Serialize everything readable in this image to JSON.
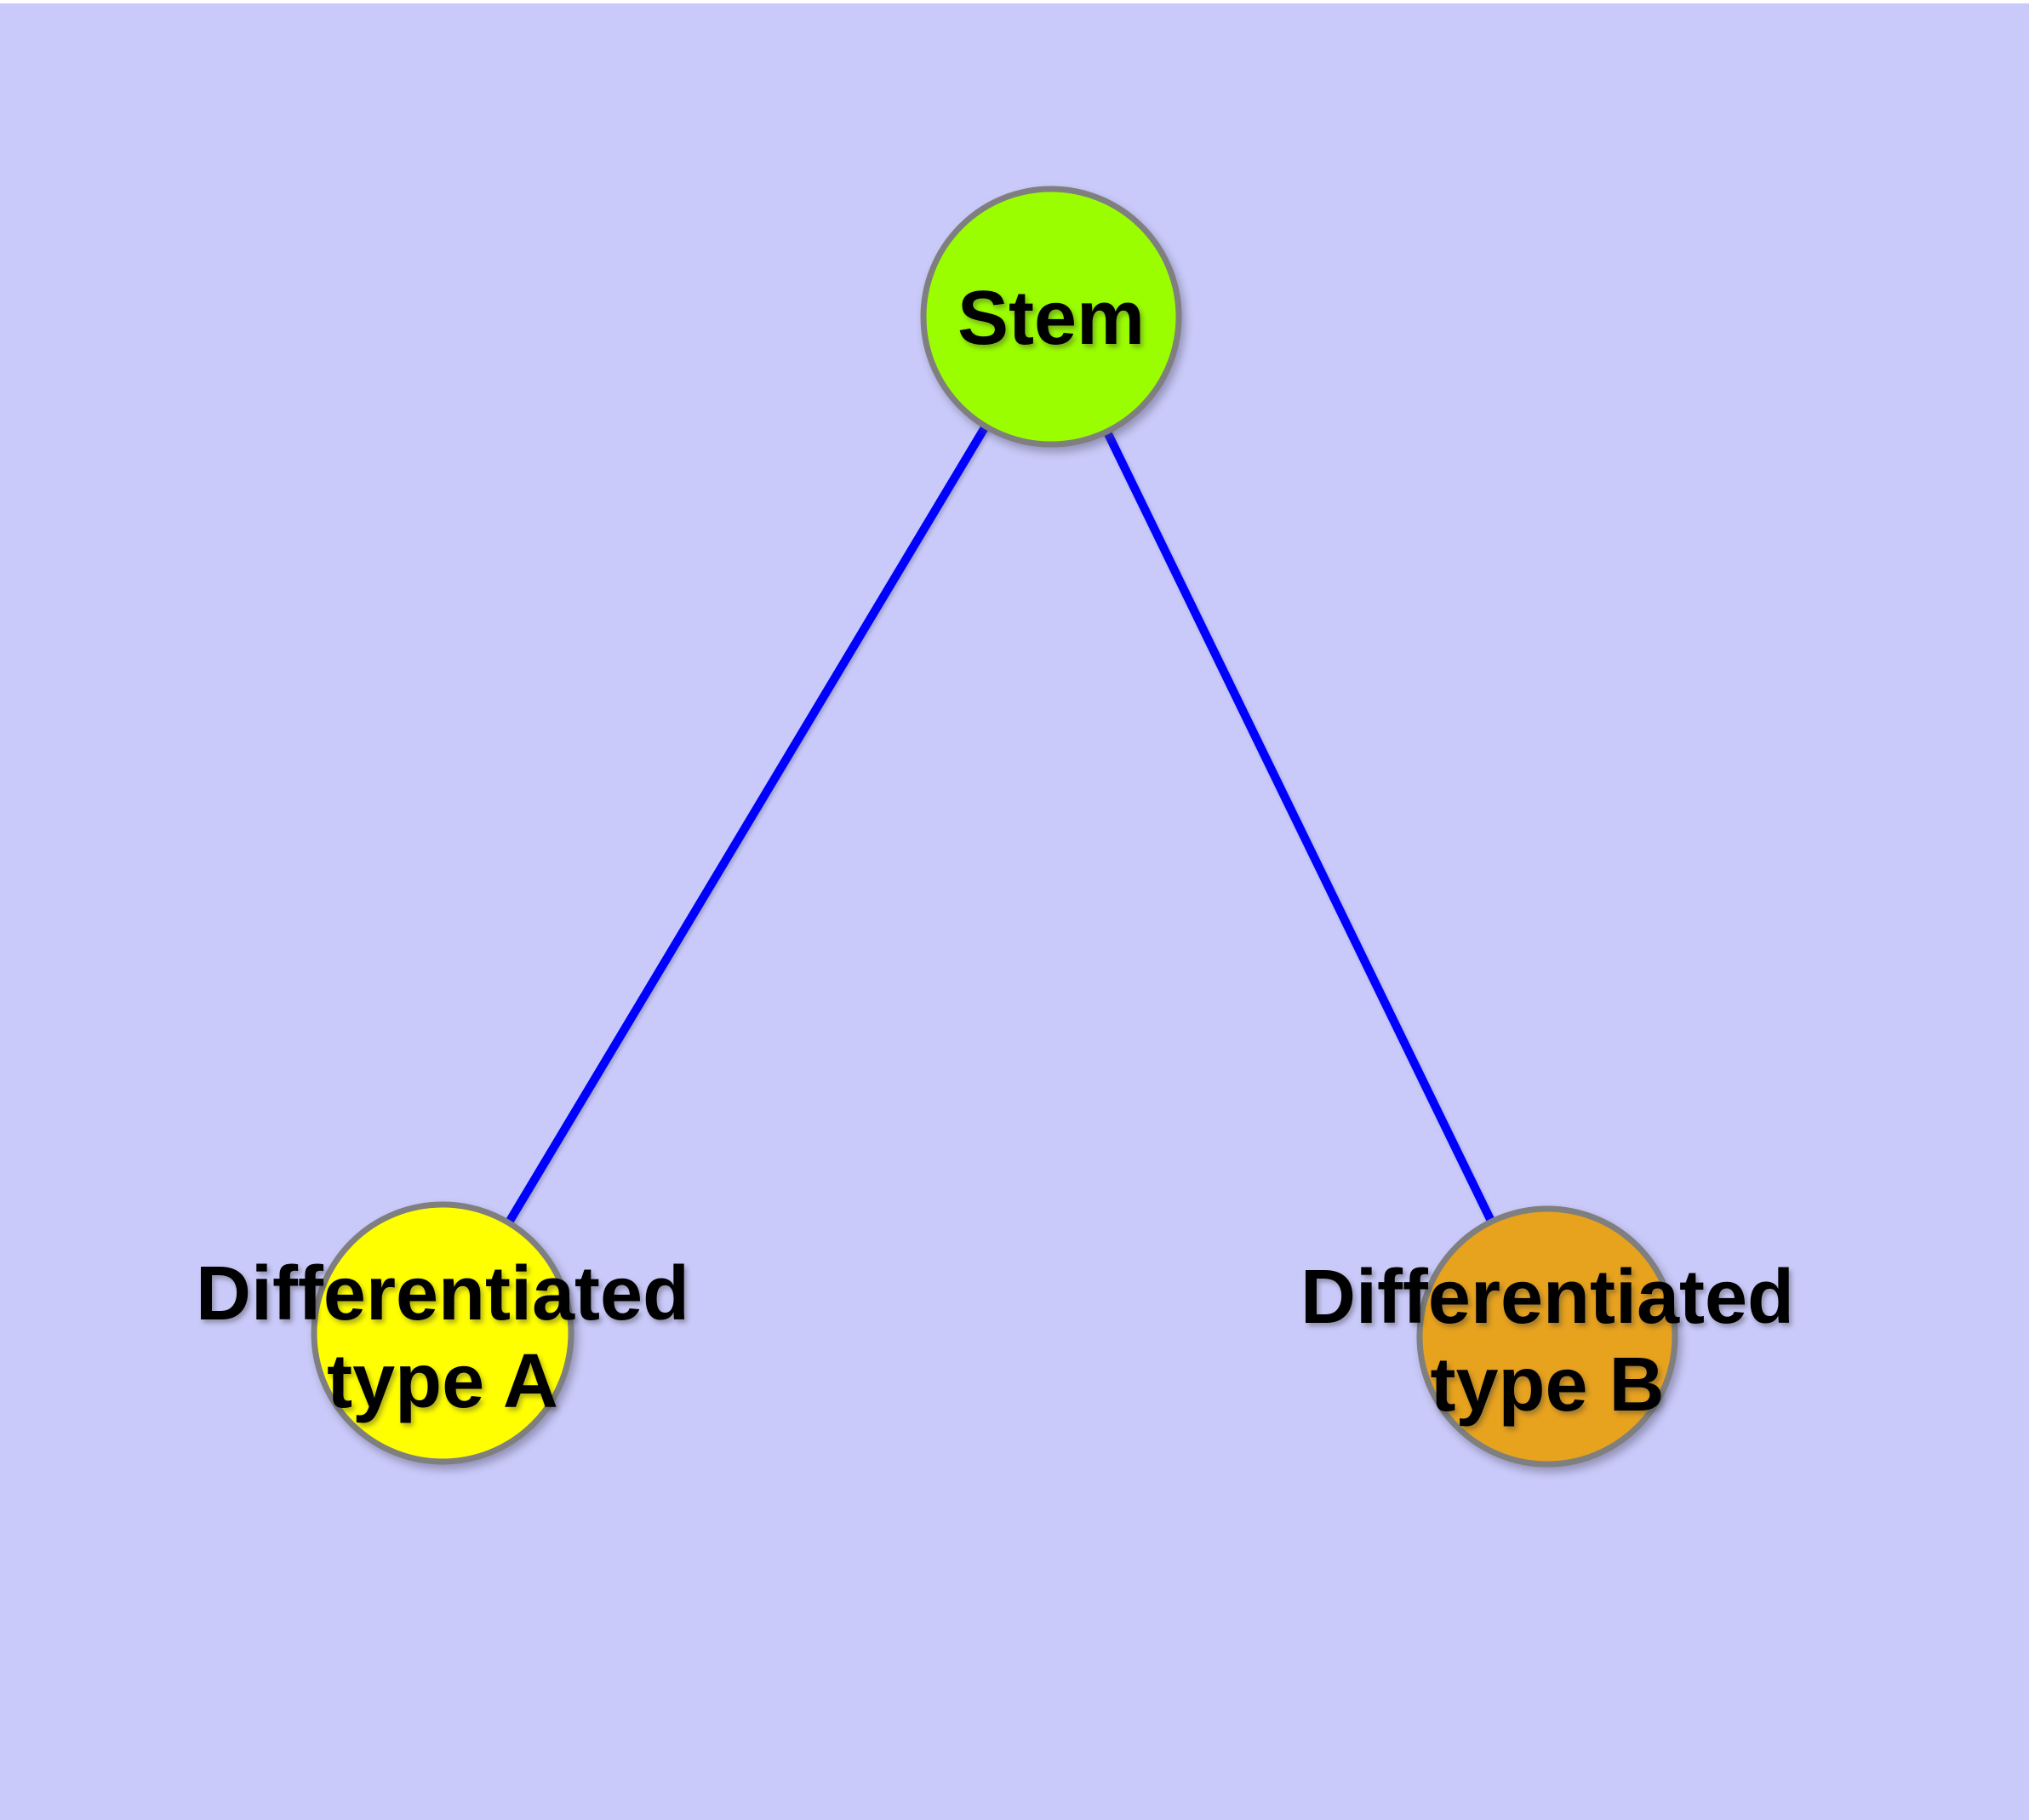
{
  "colors": {
    "background": "#CACAFA",
    "top_strip": "#FFFFFF",
    "edge": "#0000FF",
    "node_border": "#7F7F7F",
    "label_text": "#000000"
  },
  "nodes": [
    {
      "name": "stem",
      "label": "Stem",
      "color": "#9AFE00"
    },
    {
      "name": "differentiated-type-a",
      "label_line1": "Differentiated",
      "label_line2": "type A",
      "color": "#FFFF00"
    },
    {
      "name": "differentiated-type-b",
      "label_line1": "Differentiated",
      "label_line2": "type B",
      "color": "#E7A21E"
    }
  ],
  "edges": [
    {
      "from": "Stem",
      "to": "Differentiated type A"
    },
    {
      "from": "Stem",
      "to": "Differentiated type B"
    }
  ]
}
